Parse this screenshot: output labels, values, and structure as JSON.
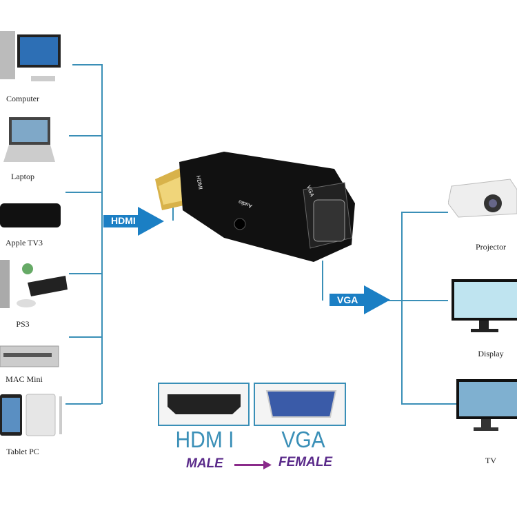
{
  "sources": [
    {
      "label": "Computer",
      "icon": "computer-icon"
    },
    {
      "label": "Laptop",
      "icon": "laptop-icon"
    },
    {
      "label": "Apple TV3",
      "icon": "apple-tv-icon"
    },
    {
      "label": "PS3",
      "icon": "game-console-icon"
    },
    {
      "label": "MAC Mini",
      "icon": "mac-mini-icon"
    },
    {
      "label": "Tablet PC",
      "icon": "tablet-icon"
    }
  ],
  "outputs": [
    {
      "label": "Projector",
      "icon": "projector-icon"
    },
    {
      "label": "Display",
      "icon": "display-icon"
    },
    {
      "label": "TV",
      "icon": "tv-icon"
    }
  ],
  "input_arrow": "HDMI",
  "output_arrow": "VGA",
  "adapter": {
    "port_hdmi": "HDMI",
    "port_audio": "Audio",
    "port_vga": "VGA"
  },
  "connectors": {
    "left_title": "HDM I",
    "right_title": "VGA",
    "left_sub": "MALE",
    "right_sub": "FEMALE"
  },
  "colors": {
    "line": "#3a8fb7",
    "arrow": "#1b7fc4",
    "sub_text": "#5a2a8a"
  }
}
